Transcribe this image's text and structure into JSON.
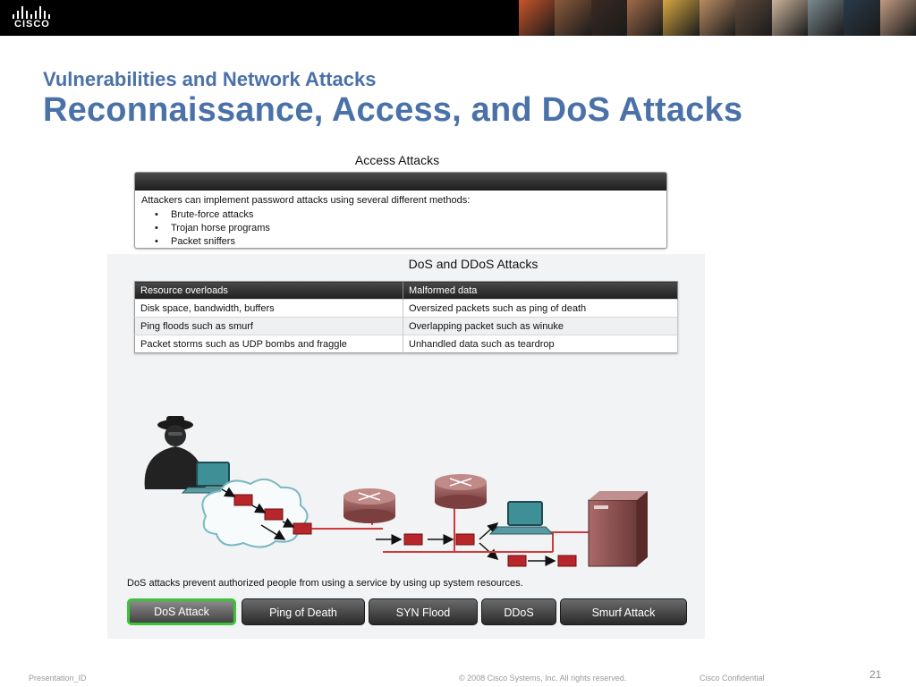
{
  "header": {
    "brand": "CISCO",
    "photo_colors": [
      "#c8542a",
      "#8a5a3c",
      "#3a2a22",
      "#a06a48",
      "#d4a640",
      "#b98c64",
      "#5f4a3c",
      "#c9b49c",
      "#7a8a8e",
      "#2a3a4a",
      "#c09a80"
    ]
  },
  "slide": {
    "subtitle": "Vulnerabilities and Network Attacks",
    "title": "Reconnaissance, Access, and DoS Attacks"
  },
  "access": {
    "heading": "Access Attacks",
    "intro": "Attackers can implement password attacks using several different methods:",
    "methods": [
      "Brute-force attacks",
      "Trojan horse programs",
      "Packet sniffers"
    ]
  },
  "dos": {
    "heading": "DoS and DDoS Attacks",
    "columns": [
      "Resource overloads",
      "Malformed data"
    ],
    "rows": [
      [
        "Disk space, bandwidth, buffers",
        "Oversized packets such as ping of death"
      ],
      [
        "Ping floods such as smurf",
        "Overlapping packet such as winuke"
      ],
      [
        "Packet storms such as UDP bombs and fraggle",
        "Unhandled data such as teardrop"
      ]
    ],
    "caption": "DoS attacks prevent authorized people from using a service by using up system resources."
  },
  "tabs": {
    "items": [
      "DoS Attack",
      "Ping of Death",
      "SYN Flood",
      "DDoS",
      "Smurf Attack"
    ],
    "selected": "DoS Attack",
    "active_color": "#3ec23a"
  },
  "footer": {
    "presentation_id": "Presentation_ID",
    "copyright": "© 2008 Cisco Systems, Inc. All rights reserved.",
    "confidential": "Cisco Confidential",
    "page": "21"
  },
  "colors": {
    "title": "#4a72a8",
    "packet": "#b8262c",
    "router": "#9a5a5a"
  }
}
